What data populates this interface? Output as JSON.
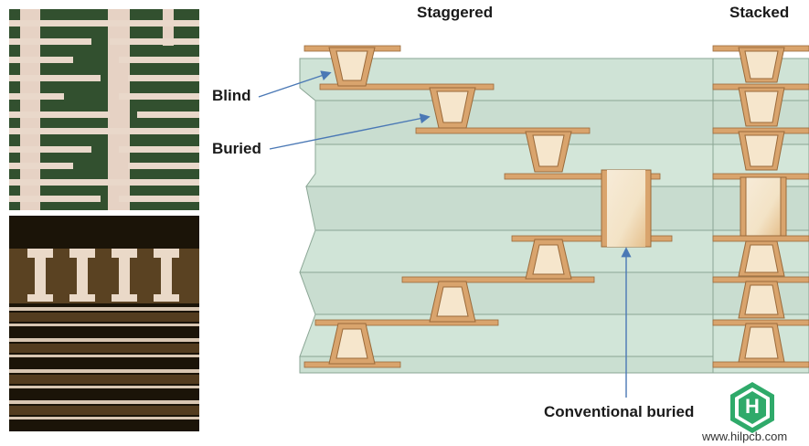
{
  "labels": {
    "staggered": "Staggered",
    "stacked": "Stacked",
    "blind": "Blind",
    "buried": "Buried",
    "conventional_buried": "Conventional buried"
  },
  "logo": {
    "letter": "H",
    "url": "www.hilpcb.com"
  },
  "colors": {
    "laminate": "#cfe3d6",
    "laminate_edge": "#9db8a6",
    "copper": "#d9a46d",
    "copper_light": "#f3dcb8",
    "line": "#6a6a6a",
    "arrow": "#4a78b5",
    "brand": "#2faa6a"
  }
}
